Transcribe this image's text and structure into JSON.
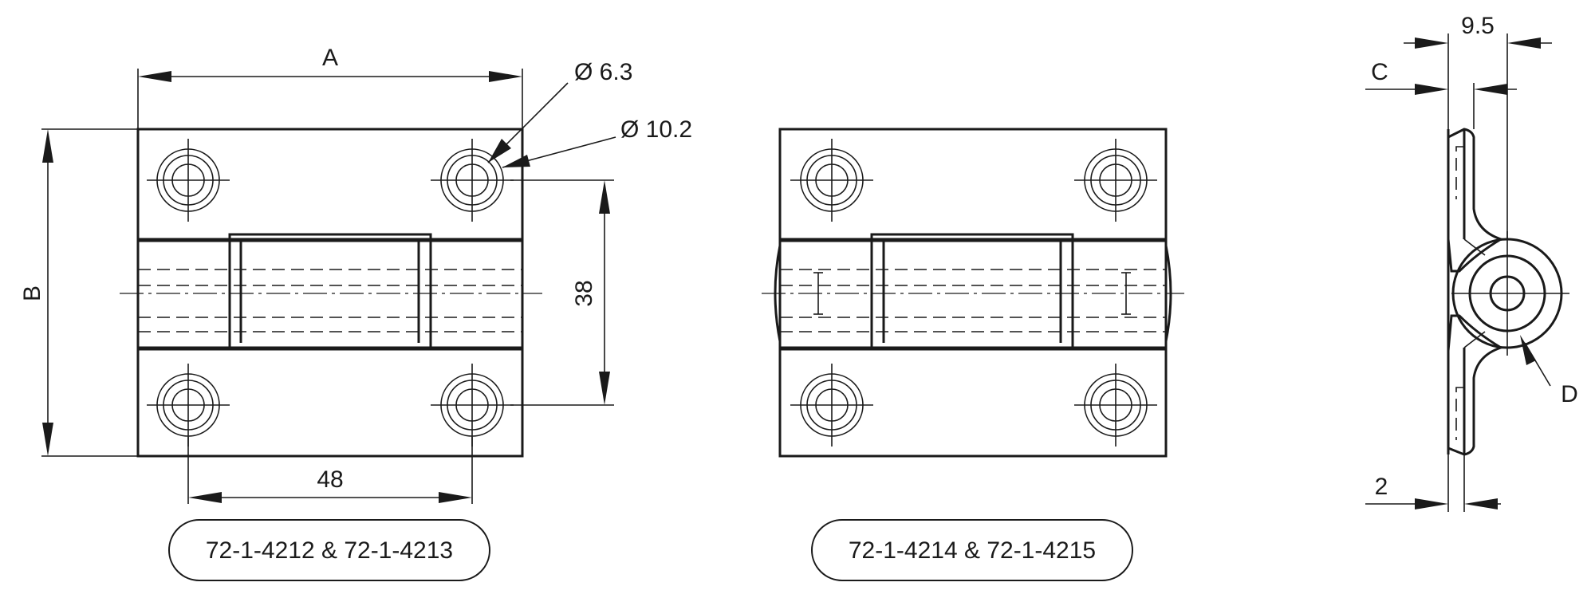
{
  "dimensions": {
    "width_label": "A",
    "height_label": "B",
    "side_label_c": "C",
    "side_label_d": "D",
    "small_hole": "Ø 6.3",
    "large_hole": "Ø 10.2",
    "vertical_spacing": "38",
    "horizontal_spacing": "48",
    "side_width": "9.5",
    "plate_thickness": "2"
  },
  "parts": {
    "left_model": "72-1-4212 & 72-1-4213",
    "right_model": "72-1-4214 & 72-1-4215"
  }
}
